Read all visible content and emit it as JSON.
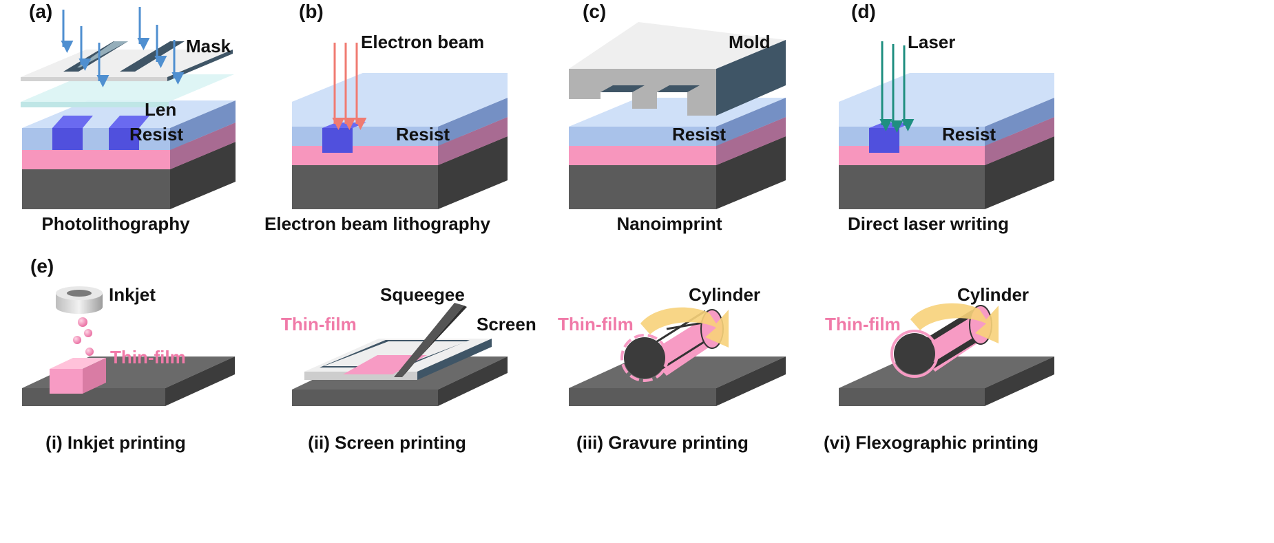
{
  "colors": {
    "resist_top": "#cfe0f8",
    "resist_front": "#a9c2ea",
    "resist_side": "#7590c4",
    "pink_front": "#f796bd",
    "pink_side": "#a86b92",
    "substrate_front": "#5b5b5b",
    "substrate_side": "#3c3c3c",
    "substrate_top": "#6a6a6a",
    "exposed": "#5050dd",
    "mask_top": "#efefef",
    "mask_side": "#3f5566",
    "lens": "#daf4f4",
    "photon_arrow": "#4f8fd0",
    "electron_arrow": "#f07b72",
    "laser_arrow": "#1f8f80",
    "thin_film_text": "#f07aa8",
    "thin_film": "#f79bc4",
    "rotation_arrow": "#f7d27a",
    "cylinder_dark": "#3b3b3b"
  },
  "panels": {
    "a": {
      "tag": "(a)",
      "mask_label": "Mask",
      "lens_label": "Len",
      "resist_label": "Resist",
      "caption": "Photolithography"
    },
    "b": {
      "tag": "(b)",
      "beam_label": "Electron beam",
      "resist_label": "Resist",
      "caption": "Electron beam lithography"
    },
    "c": {
      "tag": "(c)",
      "mold_label": "Mold",
      "resist_label": "Resist",
      "caption": "Nanoimprint"
    },
    "d": {
      "tag": "(d)",
      "laser_label": "Laser",
      "resist_label": "Resist",
      "caption": "Direct laser writing"
    },
    "e": {
      "tag": "(e)",
      "inkjet": {
        "nozzle_label": "Inkjet",
        "film_label": "Thin-film",
        "caption": "(i) Inkjet printing"
      },
      "screen": {
        "squeegee_label": "Squeegee",
        "screen_label": "Screen",
        "film_label": "Thin-film",
        "caption": "(ii) Screen printing"
      },
      "gravure": {
        "cylinder_label": "Cylinder",
        "film_label": "Thin-film",
        "caption": "(iii) Gravure printing"
      },
      "flexo": {
        "cylinder_label": "Cylinder",
        "film_label": "Thin-film",
        "caption": "(vi) Flexographic printing"
      }
    }
  }
}
